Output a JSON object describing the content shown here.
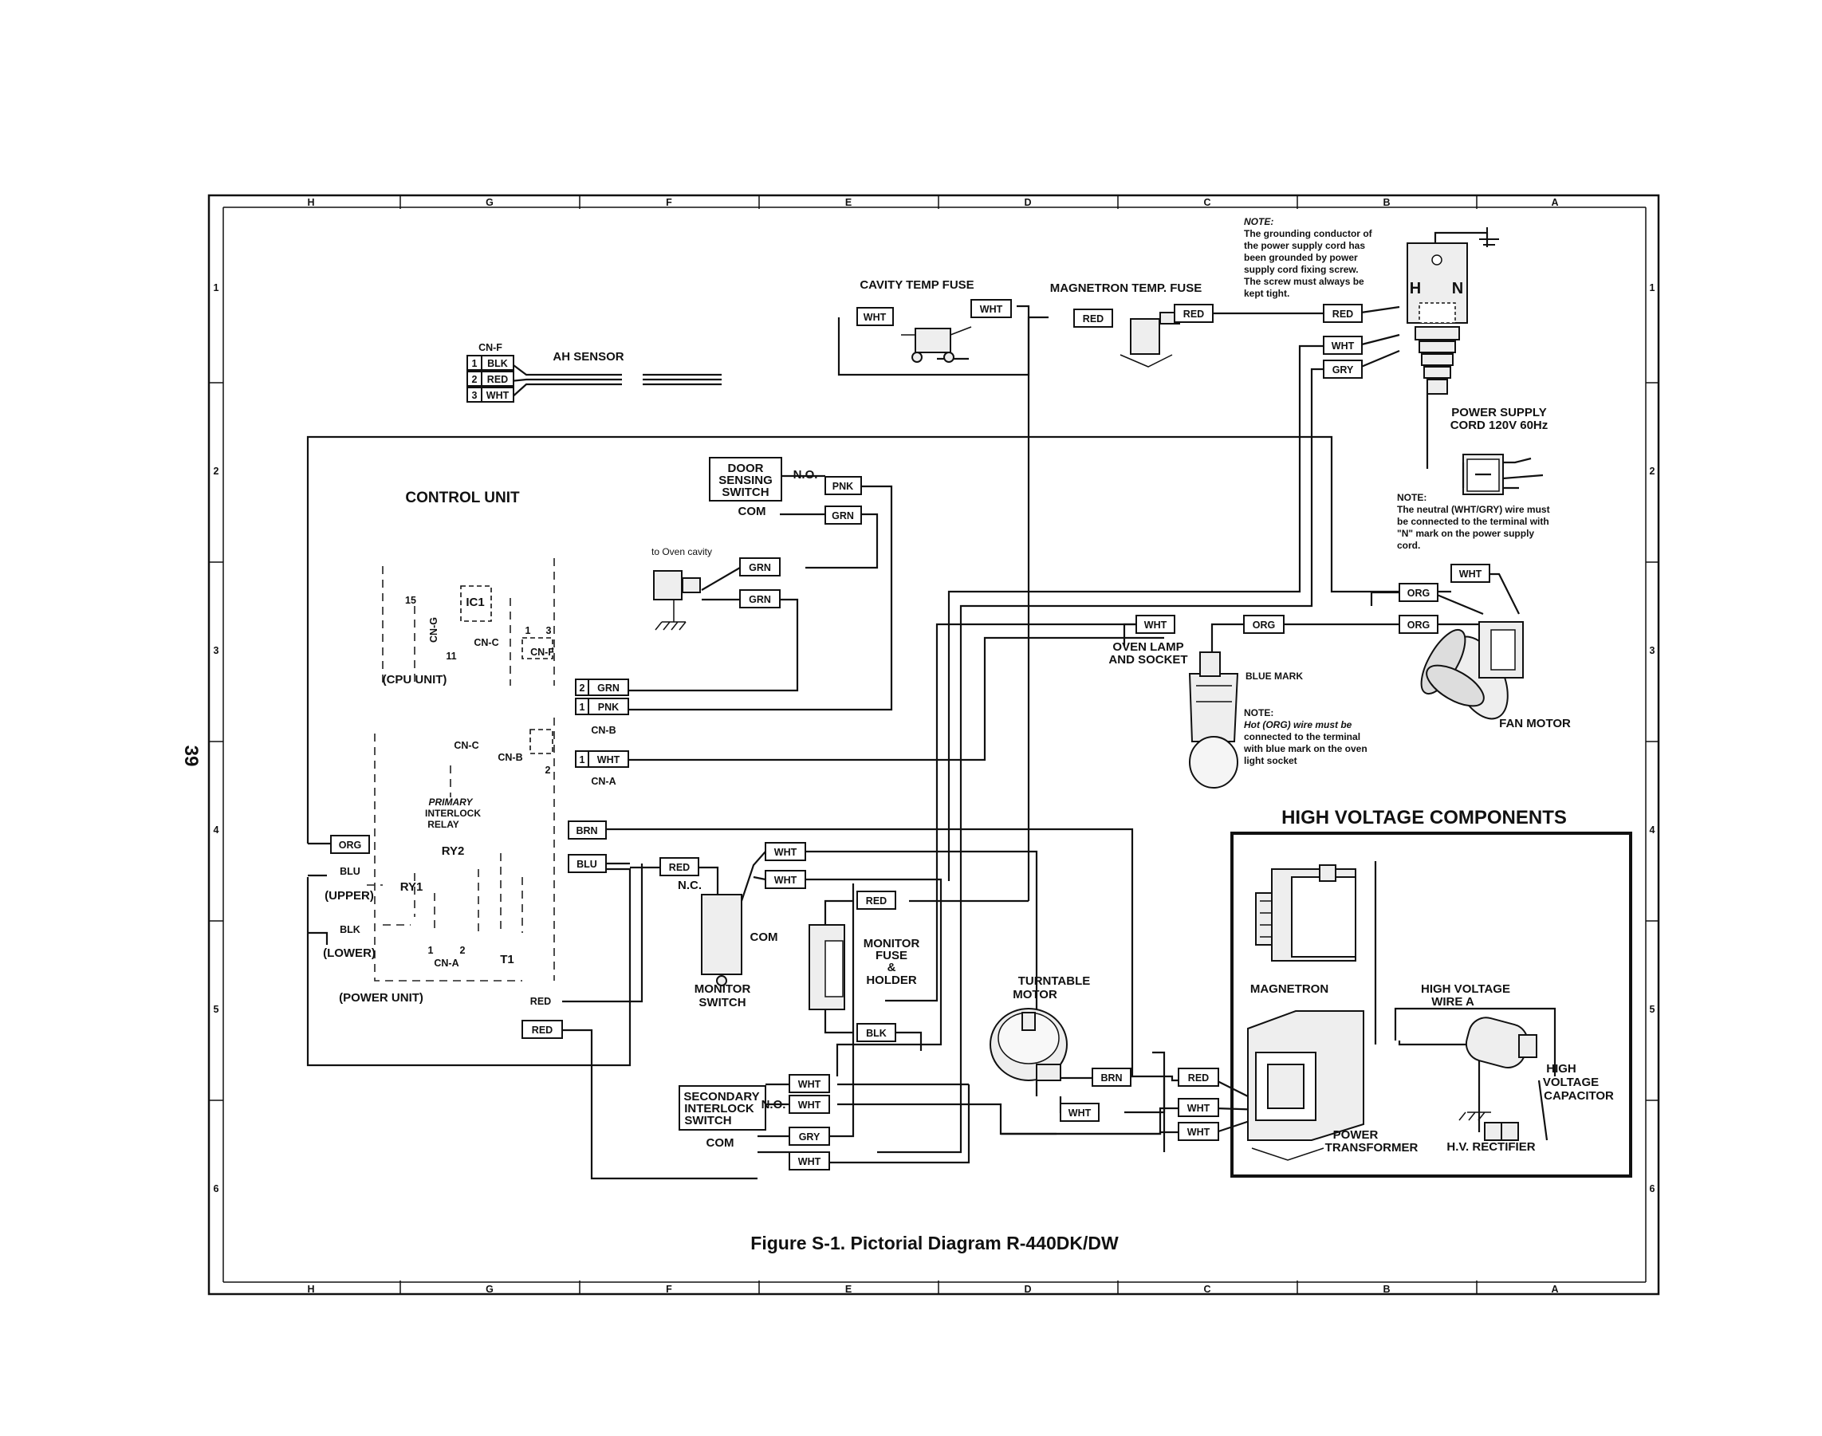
{
  "border_letters": [
    "H",
    "G",
    "F",
    "E",
    "D",
    "C",
    "B",
    "A"
  ],
  "border_numbers": [
    "1",
    "2",
    "3",
    "4",
    "5",
    "6"
  ],
  "page_number": "39",
  "figure_caption": "Figure S-1. Pictorial Diagram  R-440DK/DW",
  "section_title": "HIGH VOLTAGE COMPONENTS",
  "components": {
    "control_unit": "CONTROL UNIT",
    "cpu_unit": "(CPU UNIT)",
    "power_unit": "(POWER UNIT)",
    "ic1": "IC1",
    "primary_relay": [
      "PRIMARY",
      "INTERLOCK",
      "RELAY"
    ],
    "ry1": "RY1",
    "ry2": "RY2",
    "t1": "T1",
    "upper": "(UPPER)",
    "lower": "(LOWER)",
    "ah_sensor": "AH SENSOR",
    "cavity_fuse": "CAVITY TEMP  FUSE",
    "magnetron_fuse": "MAGNETRON TEMP. FUSE",
    "door_switch": [
      "DOOR",
      "SENSING",
      "SWITCH"
    ],
    "to_oven_cavity": "to Oven cavity",
    "oven_lamp": [
      "OVEN LAMP",
      "AND SOCKET"
    ],
    "blue_mark": "BLUE MARK",
    "fan_motor": "FAN MOTOR",
    "monitor_switch": [
      "MONITOR",
      "SWITCH"
    ],
    "monitor_fuse": [
      "MONITOR",
      "FUSE",
      "&",
      "HOLDER"
    ],
    "turntable": [
      "TURNTABLE",
      "MOTOR"
    ],
    "secondary_switch": [
      "SECONDARY",
      "INTERLOCK",
      "SWITCH"
    ],
    "magnetron": "MAGNETRON",
    "hv_wire": [
      "HIGH VOLTAGE",
      "WIRE A"
    ],
    "hv_capacitor": [
      "HIGH",
      "VOLTAGE",
      "CAPACITOR"
    ],
    "power_transformer": [
      "POWER",
      "TRANSFORMER"
    ],
    "hv_rectifier": "H.V. RECTIFIER",
    "power_cord": [
      "POWER SUPPLY",
      "CORD 120V 60Hz"
    ],
    "hn": [
      "H",
      "N"
    ]
  },
  "connectors": {
    "cn_f": "CN-F",
    "cn_f_pins": [
      "1",
      "2",
      "3"
    ],
    "cn_f_wires": [
      "BLK",
      "RED",
      "WHT"
    ],
    "cn_b": "CN-B",
    "cn_b_pins": [
      "2",
      "1"
    ],
    "cn_b_wires": [
      "GRN",
      "PNK"
    ],
    "cn_a": "CN-A",
    "cn_a_pin": "1",
    "cn_a_wire": "WHT",
    "cn_c": "CN-C",
    "cn_g": "CN-G",
    "pin15": "15",
    "pins_13": [
      "1",
      "3"
    ],
    "pin11": "11",
    "pins_12": [
      "1",
      "2"
    ]
  },
  "contacts": {
    "no": "N.O.",
    "nc": "N.C.",
    "com": "COM"
  },
  "wire_labels": {
    "cavity_fuse_l": "WHT",
    "cavity_fuse_r": "WHT",
    "mag_fuse_l": "RED",
    "mag_fuse_r": "RED",
    "cord_red": "RED",
    "cord_wht": "WHT",
    "cord_gry": "GRY",
    "door_pnk": "PNK",
    "door_grn": "GRN",
    "cavity_grn1": "GRN",
    "cavity_grn2": "GRN",
    "fan_wht": "WHT",
    "fan_org1": "ORG",
    "fan_org2": "ORG",
    "lamp_wht": "WHT",
    "lamp_org": "ORG",
    "cu_org": "ORG",
    "cu_blu": "BLU",
    "cu_blk": "BLK",
    "cu_brn": "BRN",
    "cu_blu2": "BLU",
    "cu_red1": "RED",
    "cu_red2": "RED",
    "mon_red": "RED",
    "mon_wht1": "WHT",
    "mon_wht2": "WHT",
    "fuse_red": "RED",
    "fuse_blk": "BLK",
    "sec_wht1": "WHT",
    "sec_wht2": "WHT",
    "sec_gry": "GRY",
    "sec_wht3": "WHT",
    "tt_brn": "BRN",
    "tt_wht": "WHT",
    "tr_red": "RED",
    "tr_wht1": "WHT",
    "tr_wht2": "WHT"
  },
  "notes": {
    "ground": [
      "NOTE:",
      "The grounding conductor of",
      "the power supply cord has",
      "been grounded by power",
      "supply cord fixing screw.",
      "The screw must always be",
      "kept tight."
    ],
    "neutral": [
      "NOTE:",
      "The neutral (WHT/GRY) wire must",
      "be connected to the terminal with",
      "\"N\" mark on the power supply",
      "cord."
    ],
    "hot": [
      "NOTE:",
      "Hot (ORG) wire must be",
      "connected to the terminal",
      "with blue mark on the oven",
      "light socket"
    ]
  }
}
